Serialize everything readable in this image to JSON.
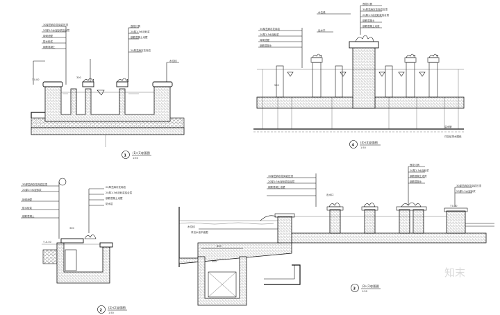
{
  "sections": [
    {
      "id": "1-1",
      "circle": "1",
      "title": "(1)-(1)剖面图",
      "scale": "1:50",
      "elevation": "▽0.00",
      "dim": "300",
      "callouts": [
        "30厚芝麻灰花岗岩压顶",
        "20厚1:3水泥砂浆结合层",
        "砖砌池壁",
        "防水砂浆",
        "钢筋混凝土"
      ],
      "callouts_right": [
        "莲花灯具",
        "20厚1:3水泥砂浆",
        "钢筋混凝土池壁"
      ],
      "notes": [
        "水位线",
        "20厚芝麻灰花岗岩"
      ]
    },
    {
      "id": "4-4",
      "circle": "4",
      "title": "(4)-(4)剖面图",
      "scale": "1:50",
      "callouts": [
        "30厚芝麻灰花岗岩",
        "20厚1:3水泥砂浆",
        "砖砌池壁",
        "钢筋混凝土"
      ],
      "top_callouts": [
        "莲花灯具",
        "30厚芝麻灰花岗岩压顶",
        "20厚1:3水泥砂浆结合层",
        "钢筋混凝土",
        "钢筋混凝土池底"
      ],
      "notes": [
        "水位线",
        "出水口",
        "500"
      ],
      "right_notes": [
        "溢水管",
        "详见给排水图纸"
      ]
    },
    {
      "id": "2-2",
      "circle": "2",
      "title": "(2)-(2)剖面图",
      "scale": "1:50",
      "elevation": "▽-0.30",
      "dim": "300",
      "callouts": [
        "30厚芝麻灰花岗岩压顶",
        "20厚1:3水泥砂浆",
        "砖砌池壁",
        "防水砂浆",
        "钢筋混凝土"
      ],
      "callouts_right": [
        "20厚芝麻灰花岗岩",
        "20厚1:3水泥砂浆结合层",
        "钢筋混凝土池壁",
        "防水层"
      ]
    },
    {
      "id": "3-3",
      "circle": "3",
      "title": "(3)-(3)剖面图",
      "scale": "1:50",
      "callouts": [
        "30厚芝麻灰花岗岩压顶",
        "20厚1:3水泥砂浆结合层",
        "钢筋混凝土池壁"
      ],
      "top_callouts": [
        "莲花灯具",
        "20厚1:3水泥砂浆",
        "钢筋混凝土池底",
        "钢筋混凝土"
      ],
      "right_callouts": [
        "30厚芝麻灰花岗岩压顶",
        "20厚1:3水泥砂浆"
      ],
      "notes": [
        "水位线",
        "详见水池平面图",
        "800",
        "500",
        "出水口"
      ],
      "elevation": "▽0.30"
    }
  ],
  "watermark": "知末"
}
